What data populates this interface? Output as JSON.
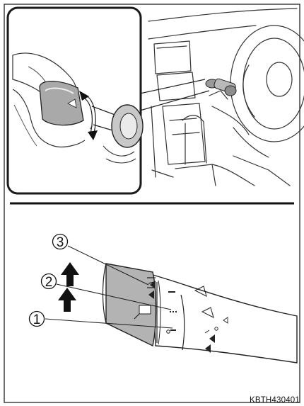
{
  "figure": {
    "image_code": "KBTH430401",
    "callouts": [
      {
        "label": "3",
        "name": "callout-3"
      },
      {
        "label": "2",
        "name": "callout-2"
      },
      {
        "label": "1",
        "name": "callout-1"
      }
    ]
  }
}
